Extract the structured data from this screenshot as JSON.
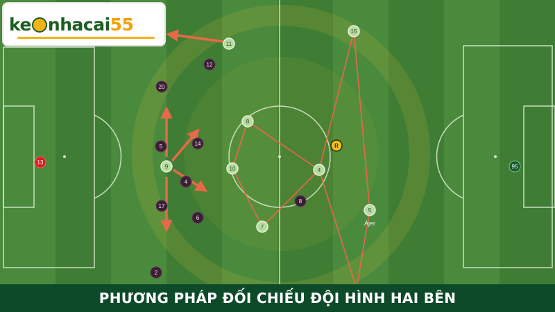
{
  "logo": {
    "part1": "ke",
    "part2": "nhacai",
    "part3": "55"
  },
  "banner": {
    "title": "PHƯƠNG PHÁP ĐỐI CHIẾU ĐỘI HÌNH HAI BÊN"
  },
  "colors": {
    "home_player": "#b8dca0",
    "away_player": "#3a1e34",
    "runs": "#e8694a",
    "goalkeeper_red": "#d42020",
    "goalkeeper_green": "#145a2c"
  },
  "home_players": [
    {
      "number": "11"
    },
    {
      "number": "9"
    },
    {
      "number": "8"
    },
    {
      "number": "10"
    },
    {
      "number": "4"
    },
    {
      "number": "7"
    },
    {
      "number": "15"
    },
    {
      "number": "5",
      "name": "Ajer"
    }
  ],
  "away_players": [
    {
      "number": "12"
    },
    {
      "number": "20"
    },
    {
      "number": "5"
    },
    {
      "number": "14"
    },
    {
      "number": "4"
    },
    {
      "number": "17"
    },
    {
      "number": "6"
    },
    {
      "number": "8"
    },
    {
      "number": "2"
    }
  ],
  "goalkeepers": [
    {
      "number": "13",
      "side": "left"
    },
    {
      "number": "95",
      "side": "right"
    }
  ],
  "referee": {
    "label": "R"
  }
}
